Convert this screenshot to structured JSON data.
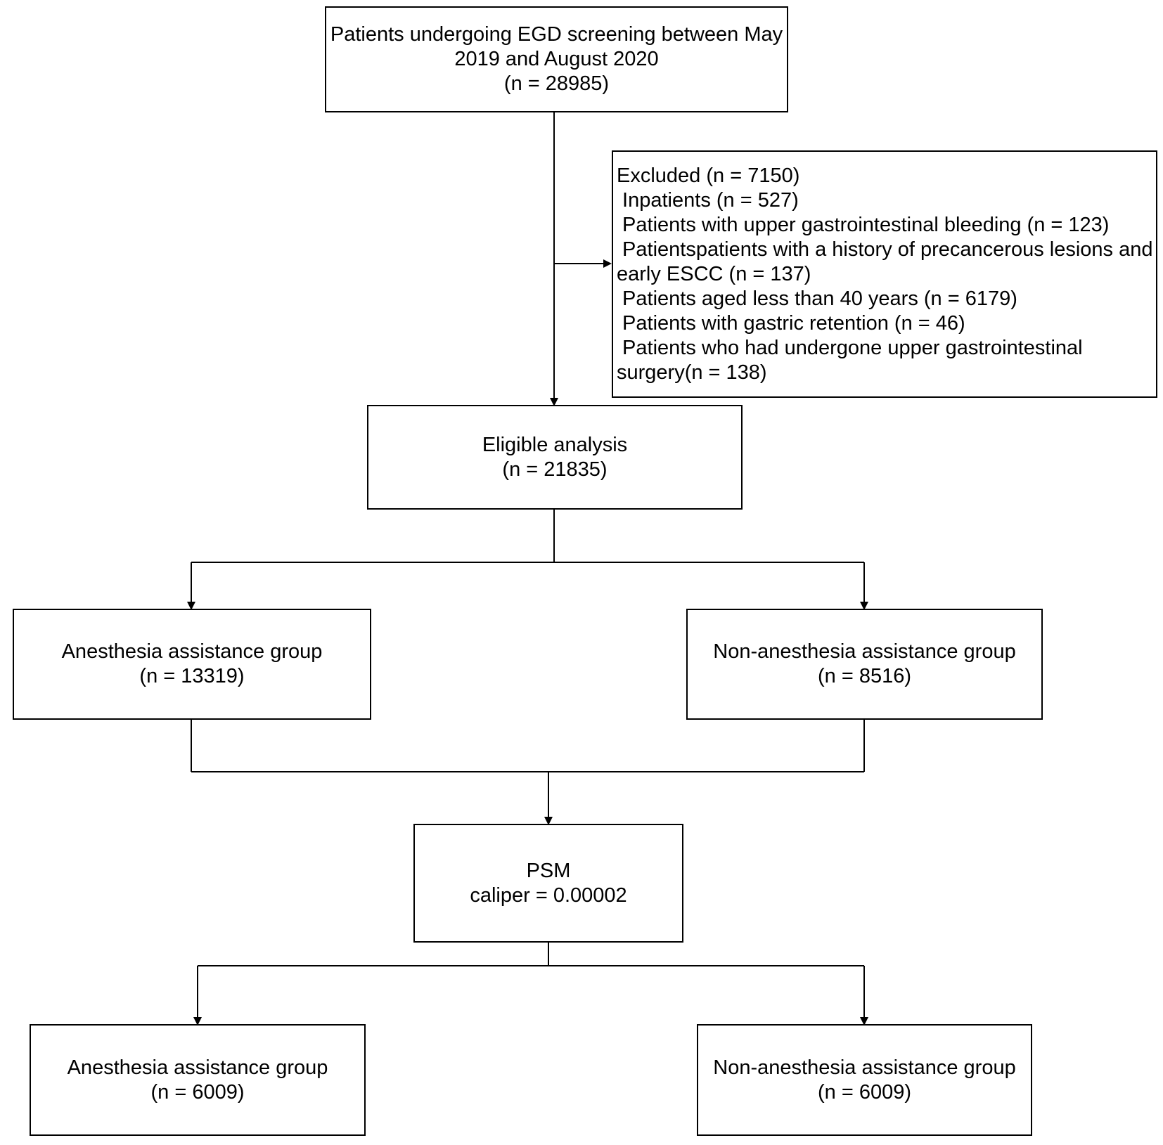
{
  "flowchart": {
    "screening": {
      "line1": "Patients undergoing EGD screening between May",
      "line2": "2019 and August 2020",
      "count": "(n = 28985)"
    },
    "excluded": {
      "lines": [
        "Excluded (n = 7150)",
        " Inpatients (n = 527)",
        " Patients with upper gastrointestinal bleeding (n = 123)",
        " Patientspatients with a history of precancerous lesions and",
        "early ESCC (n = 137)",
        " Patients aged less than 40 years (n = 6179)",
        " Patients with gastric retention (n = 46)",
        " Patients who had undergone upper gastrointestinal",
        "surgery(n = 138)"
      ]
    },
    "eligible": {
      "label": "Eligible analysis",
      "count": "(n = 21835)"
    },
    "anesthesia_group": {
      "label": "Anesthesia assistance group",
      "count": "(n = 13319)"
    },
    "non_anesthesia_group": {
      "label": "Non-anesthesia assistance group",
      "count": "(n = 8516)"
    },
    "psm": {
      "label": "PSM",
      "caliper": "caliper = 0.00002"
    },
    "matched_anesthesia": {
      "label": "Anesthesia assistance group",
      "count": "(n = 6009)"
    },
    "matched_non_anesthesia": {
      "label": "Non-anesthesia assistance group",
      "count": "(n = 6009)"
    }
  },
  "colors": {
    "line": "#000000",
    "background": "#ffffff"
  }
}
